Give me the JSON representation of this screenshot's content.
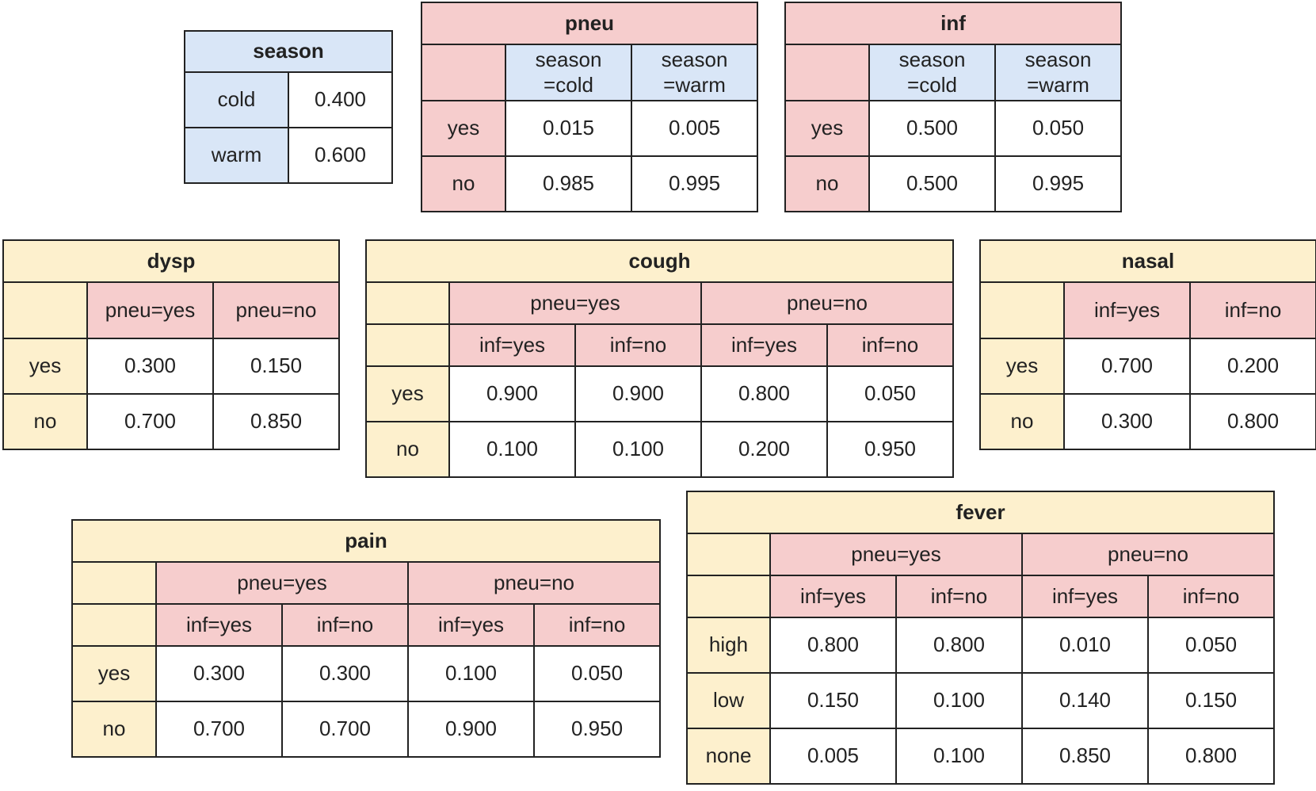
{
  "colors": {
    "root": "#d9e6f7",
    "middle": "#f6cdcd",
    "leaf": "#fdf0cd",
    "cell": "#ffffff",
    "border": "#222222"
  },
  "season": {
    "title": "season",
    "rows": [
      {
        "label": "cold",
        "value": "0.400"
      },
      {
        "label": "warm",
        "value": "0.600"
      }
    ]
  },
  "pneu": {
    "title": "pneu",
    "cols": [
      "season\n=cold",
      "season\n=warm"
    ],
    "rows": [
      {
        "label": "yes",
        "values": [
          "0.015",
          "0.005"
        ]
      },
      {
        "label": "no",
        "values": [
          "0.985",
          "0.995"
        ]
      }
    ]
  },
  "inf": {
    "title": "inf",
    "cols": [
      "season\n=cold",
      "season\n=warm"
    ],
    "rows": [
      {
        "label": "yes",
        "values": [
          "0.500",
          "0.050"
        ]
      },
      {
        "label": "no",
        "values": [
          "0.500",
          "0.995"
        ]
      }
    ]
  },
  "dysp": {
    "title": "dysp",
    "cols": [
      "pneu=yes",
      "pneu=no"
    ],
    "rows": [
      {
        "label": "yes",
        "values": [
          "0.300",
          "0.150"
        ]
      },
      {
        "label": "no",
        "values": [
          "0.700",
          "0.850"
        ]
      }
    ]
  },
  "cough": {
    "title": "cough",
    "groups": [
      "pneu=yes",
      "pneu=no"
    ],
    "cols": [
      "inf=yes",
      "inf=no",
      "inf=yes",
      "inf=no"
    ],
    "rows": [
      {
        "label": "yes",
        "values": [
          "0.900",
          "0.900",
          "0.800",
          "0.050"
        ]
      },
      {
        "label": "no",
        "values": [
          "0.100",
          "0.100",
          "0.200",
          "0.950"
        ]
      }
    ]
  },
  "nasal": {
    "title": "nasal",
    "cols": [
      "inf=yes",
      "inf=no"
    ],
    "rows": [
      {
        "label": "yes",
        "values": [
          "0.700",
          "0.200"
        ]
      },
      {
        "label": "no",
        "values": [
          "0.300",
          "0.800"
        ]
      }
    ]
  },
  "pain": {
    "title": "pain",
    "groups": [
      "pneu=yes",
      "pneu=no"
    ],
    "cols": [
      "inf=yes",
      "inf=no",
      "inf=yes",
      "inf=no"
    ],
    "rows": [
      {
        "label": "yes",
        "values": [
          "0.300",
          "0.300",
          "0.100",
          "0.050"
        ]
      },
      {
        "label": "no",
        "values": [
          "0.700",
          "0.700",
          "0.900",
          "0.950"
        ]
      }
    ]
  },
  "fever": {
    "title": "fever",
    "groups": [
      "pneu=yes",
      "pneu=no"
    ],
    "cols": [
      "inf=yes",
      "inf=no",
      "inf=yes",
      "inf=no"
    ],
    "rows": [
      {
        "label": "high",
        "values": [
          "0.800",
          "0.800",
          "0.010",
          "0.050"
        ]
      },
      {
        "label": "low",
        "values": [
          "0.150",
          "0.100",
          "0.140",
          "0.150"
        ]
      },
      {
        "label": "none",
        "values": [
          "0.005",
          "0.100",
          "0.850",
          "0.800"
        ]
      }
    ]
  }
}
